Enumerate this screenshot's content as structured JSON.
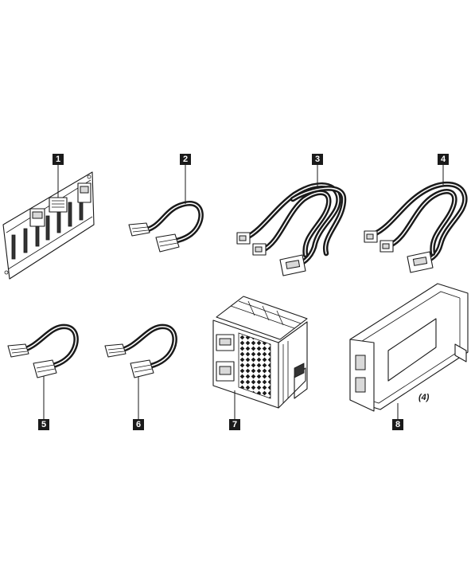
{
  "figure": {
    "callouts": [
      "1",
      "2",
      "3",
      "4",
      "5",
      "6",
      "7",
      "8"
    ],
    "quantity_label": "(4)"
  }
}
